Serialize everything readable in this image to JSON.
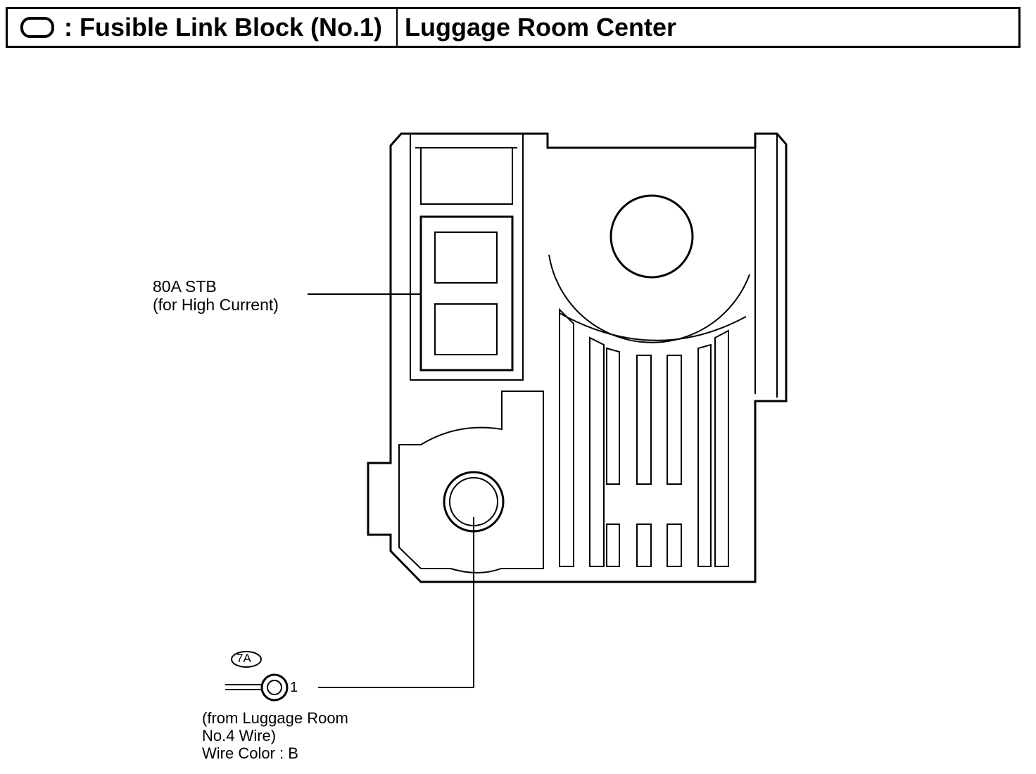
{
  "header": {
    "symbol_icon": "oval-connector-icon",
    "title": ": Fusible Link Block (No.1)",
    "location": "Luggage Room Center"
  },
  "fuse_label": {
    "line1": "80A STB",
    "line2": "(for High Current)"
  },
  "connector": {
    "code": "7A",
    "pin": "1",
    "desc_line1": "(from Luggage Room",
    "desc_line2": "No.4 Wire)",
    "desc_line3": "Wire Color : B"
  }
}
